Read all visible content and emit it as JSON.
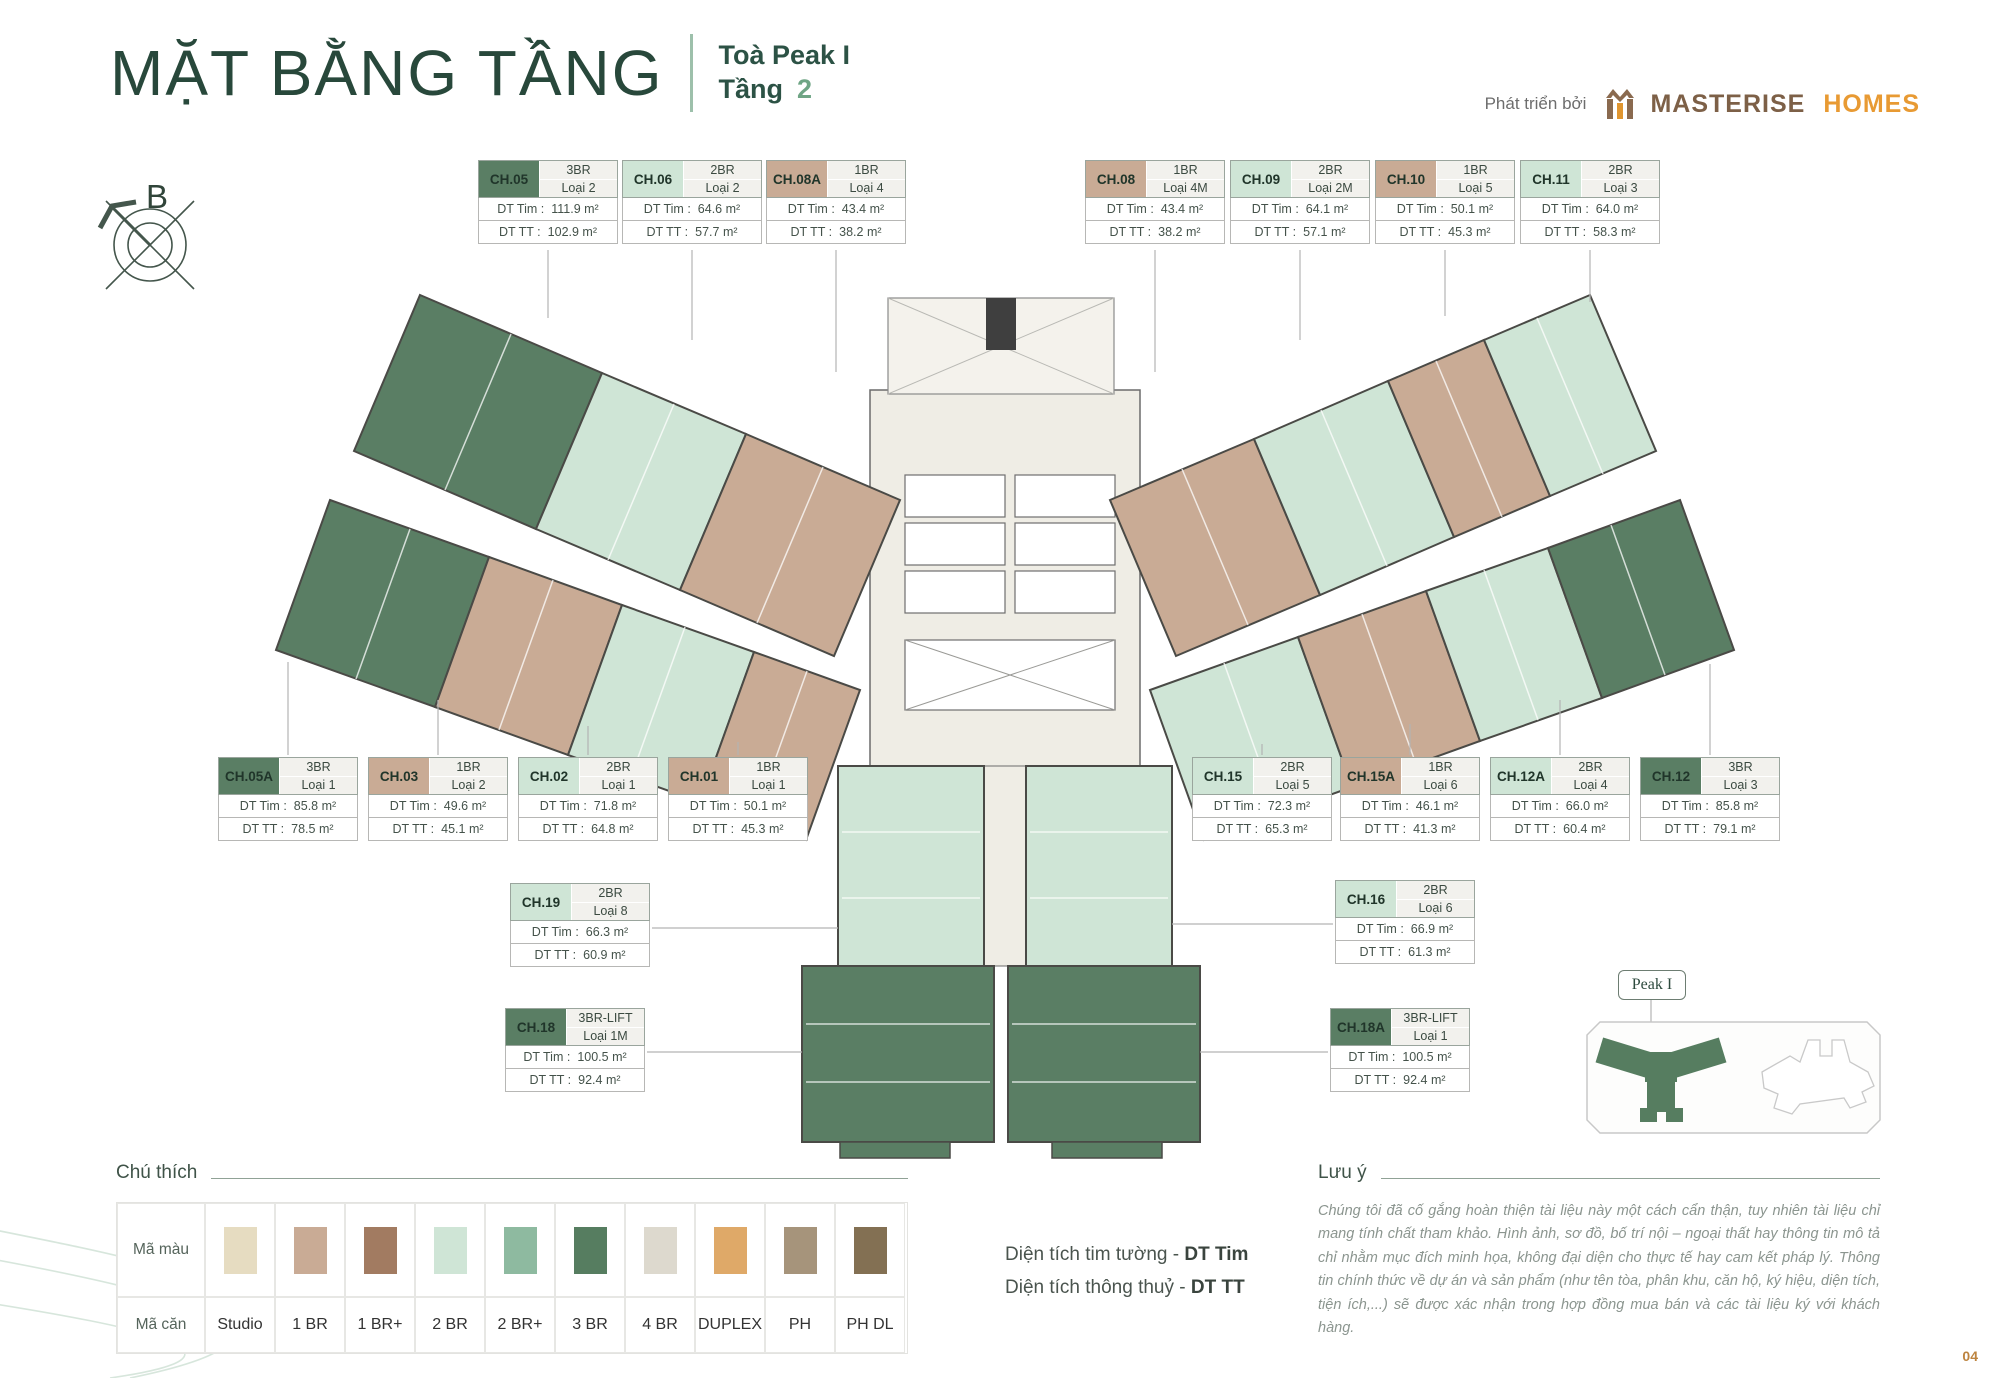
{
  "header": {
    "title": "MẶT BẰNG TẦNG",
    "subtitle_line1": "Toà Peak I",
    "subtitle_line2": "Tầng",
    "floor_number": "2",
    "developer_prefix": "Phát triển bởi",
    "brand_name_1": "MASTERISE",
    "brand_name_2": "HOMES"
  },
  "compass": {
    "north_label": "B"
  },
  "plan": {
    "field_tim": "DT Tim :",
    "field_tt": "DT TT :",
    "units": [
      {
        "code": "CH.05",
        "type": "3BR",
        "variant": "Loại 2",
        "tim": "111.9 m²",
        "tt": "102.9 m²",
        "color": "#5a7e64"
      },
      {
        "code": "CH.06",
        "type": "2BR",
        "variant": "Loại 2",
        "tim": "64.6 m²",
        "tt": "57.7 m²",
        "color": "#cfe5d6"
      },
      {
        "code": "CH.08A",
        "type": "1BR",
        "variant": "Loại 4",
        "tim": "43.4 m²",
        "tt": "38.2 m²",
        "color": "#c9ab95"
      },
      {
        "code": "CH.08",
        "type": "1BR",
        "variant": "Loại 4M",
        "tim": "43.4 m²",
        "tt": "38.2 m²",
        "color": "#c9ab95"
      },
      {
        "code": "CH.09",
        "type": "2BR",
        "variant": "Loại 2M",
        "tim": "64.1 m²",
        "tt": "57.1 m²",
        "color": "#cfe5d6"
      },
      {
        "code": "CH.10",
        "type": "1BR",
        "variant": "Loại 5",
        "tim": "50.1 m²",
        "tt": "45.3 m²",
        "color": "#c9ab95"
      },
      {
        "code": "CH.11",
        "type": "2BR",
        "variant": "Loại 3",
        "tim": "64.0 m²",
        "tt": "58.3 m²",
        "color": "#cfe5d6"
      },
      {
        "code": "CH.05A",
        "type": "3BR",
        "variant": "Loại 1",
        "tim": "85.8 m²",
        "tt": "78.5 m²",
        "color": "#5a7e64"
      },
      {
        "code": "CH.03",
        "type": "1BR",
        "variant": "Loại 2",
        "tim": "49.6 m²",
        "tt": "45.1 m²",
        "color": "#c9ab95"
      },
      {
        "code": "CH.02",
        "type": "2BR",
        "variant": "Loại 1",
        "tim": "71.8 m²",
        "tt": "64.8 m²",
        "color": "#cfe5d6"
      },
      {
        "code": "CH.01",
        "type": "1BR",
        "variant": "Loại 1",
        "tim": "50.1 m²",
        "tt": "45.3 m²",
        "color": "#c9ab95"
      },
      {
        "code": "CH.15",
        "type": "2BR",
        "variant": "Loại 5",
        "tim": "72.3 m²",
        "tt": "65.3 m²",
        "color": "#cfe5d6"
      },
      {
        "code": "CH.15A",
        "type": "1BR",
        "variant": "Loại 6",
        "tim": "46.1 m²",
        "tt": "41.3 m²",
        "color": "#c9ab95"
      },
      {
        "code": "CH.12A",
        "type": "2BR",
        "variant": "Loại 4",
        "tim": "66.0 m²",
        "tt": "60.4 m²",
        "color": "#cfe5d6"
      },
      {
        "code": "CH.12",
        "type": "3BR",
        "variant": "Loại 3",
        "tim": "85.8 m²",
        "tt": "79.1 m²",
        "color": "#5a7e64"
      },
      {
        "code": "CH.19",
        "type": "2BR",
        "variant": "Loại 8",
        "tim": "66.3 m²",
        "tt": "60.9 m²",
        "color": "#cfe5d6"
      },
      {
        "code": "CH.16",
        "type": "2BR",
        "variant": "Loại 6",
        "tim": "66.9 m²",
        "tt": "61.3 m²",
        "color": "#cfe5d6"
      },
      {
        "code": "CH.18",
        "type": "3BR-LIFT",
        "variant": "Loại 1M",
        "tim": "100.5 m²",
        "tt": "92.4 m²",
        "color": "#5a7e64"
      },
      {
        "code": "CH.18A",
        "type": "3BR-LIFT",
        "variant": "Loại 1",
        "tim": "100.5 m²",
        "tt": "92.4 m²",
        "color": "#5a7e64"
      }
    ]
  },
  "inset": {
    "label": "Peak I"
  },
  "legend": {
    "title": "Chú thích",
    "row_color_label": "Mã màu",
    "row_code_label": "Mã căn",
    "items": [
      {
        "label": "Studio",
        "color": "#e6dcc1"
      },
      {
        "label": "1 BR",
        "color": "#c9ab95"
      },
      {
        "label": "1 BR+",
        "color": "#a27b61"
      },
      {
        "label": "2 BR",
        "color": "#cfe5d6"
      },
      {
        "label": "2 BR+",
        "color": "#8ebaa0"
      },
      {
        "label": "3 BR",
        "color": "#567d60"
      },
      {
        "label": "4 BR",
        "color": "#ddd9ce"
      },
      {
        "label": "DUPLEX",
        "color": "#dfa968"
      },
      {
        "label": "PH",
        "color": "#a6947b"
      },
      {
        "label": "PH DL",
        "color": "#837053"
      }
    ]
  },
  "footnotes": {
    "area1": "Diện tích tim tường - ",
    "area1_bold": "DT Tim",
    "area2": "Diện tích thông thuỷ - ",
    "area2_bold": "DT TT"
  },
  "note": {
    "title": "Lưu ý",
    "body": "Chúng tôi đã cố gắng hoàn thiện tài liệu này một cách cẩn thận, tuy nhiên tài liệu chỉ mang tính chất tham khảo. Hình ảnh, sơ đồ, bố trí nội – ngoại thất hay thông tin mô tả chỉ nhằm mục đích minh họa, không đại diện cho thực tế hay cam kết pháp lý. Thông tin chính thức về dự án và sản phẩm (như tên tòa, phân khu, căn hộ, ký hiệu, diện tích, tiện ích,...) sẽ được xác nhận trong hợp đồng mua bán và các tài liệu ký với khách hàng."
  },
  "page_number": "04"
}
